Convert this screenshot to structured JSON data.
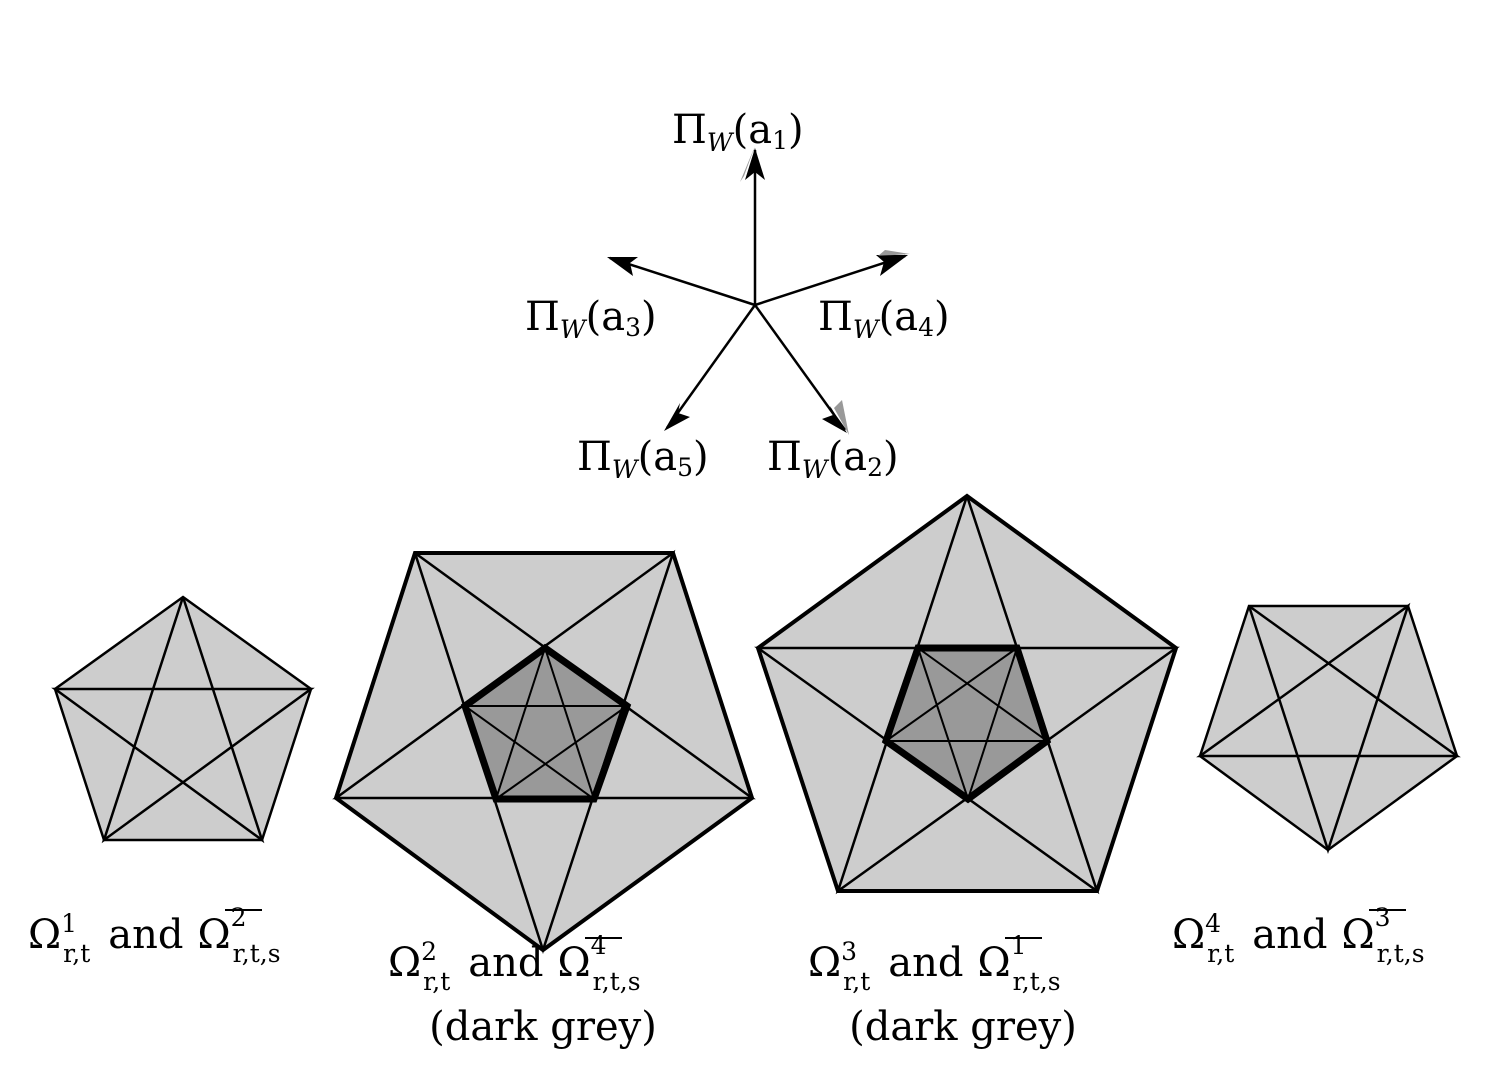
{
  "colors": {
    "light_grey": "#cdcdcd",
    "dark_grey": "#999999",
    "stroke": "#000000",
    "arrow_shadow": "#808080"
  },
  "arrows": {
    "a1": {
      "pi": "Π",
      "w": "W",
      "a": "a",
      "index": "1"
    },
    "a3": {
      "pi": "Π",
      "w": "W",
      "a": "a",
      "index": "3"
    },
    "a4": {
      "pi": "Π",
      "w": "W",
      "a": "a",
      "index": "4"
    },
    "a5": {
      "pi": "Π",
      "w": "W",
      "a": "a",
      "index": "5"
    },
    "a2": {
      "pi": "Π",
      "w": "W",
      "a": "a",
      "index": "2"
    }
  },
  "captions": [
    {
      "omega": "Ω",
      "omega_sup": "1",
      "omega_sub": "r,t",
      "and": "and",
      "bar_omega": "Ω",
      "bar_sup": "2",
      "bar_sub": "r,t,s",
      "note": ""
    },
    {
      "omega": "Ω",
      "omega_sup": "2",
      "omega_sub": "r,t",
      "and": "and",
      "bar_omega": "Ω",
      "bar_sup": "4",
      "bar_sub": "r,t,s",
      "note": "(dark grey)"
    },
    {
      "omega": "Ω",
      "omega_sup": "3",
      "omega_sub": "r,t",
      "and": "and",
      "bar_omega": "Ω",
      "bar_sup": "1",
      "bar_sub": "r,t,s",
      "note": "(dark grey)"
    },
    {
      "omega": "Ω",
      "omega_sup": "4",
      "omega_sub": "r,t",
      "and": "and",
      "bar_omega": "Ω",
      "bar_sup": "3",
      "bar_sub": "r,t,s",
      "note": ""
    }
  ]
}
